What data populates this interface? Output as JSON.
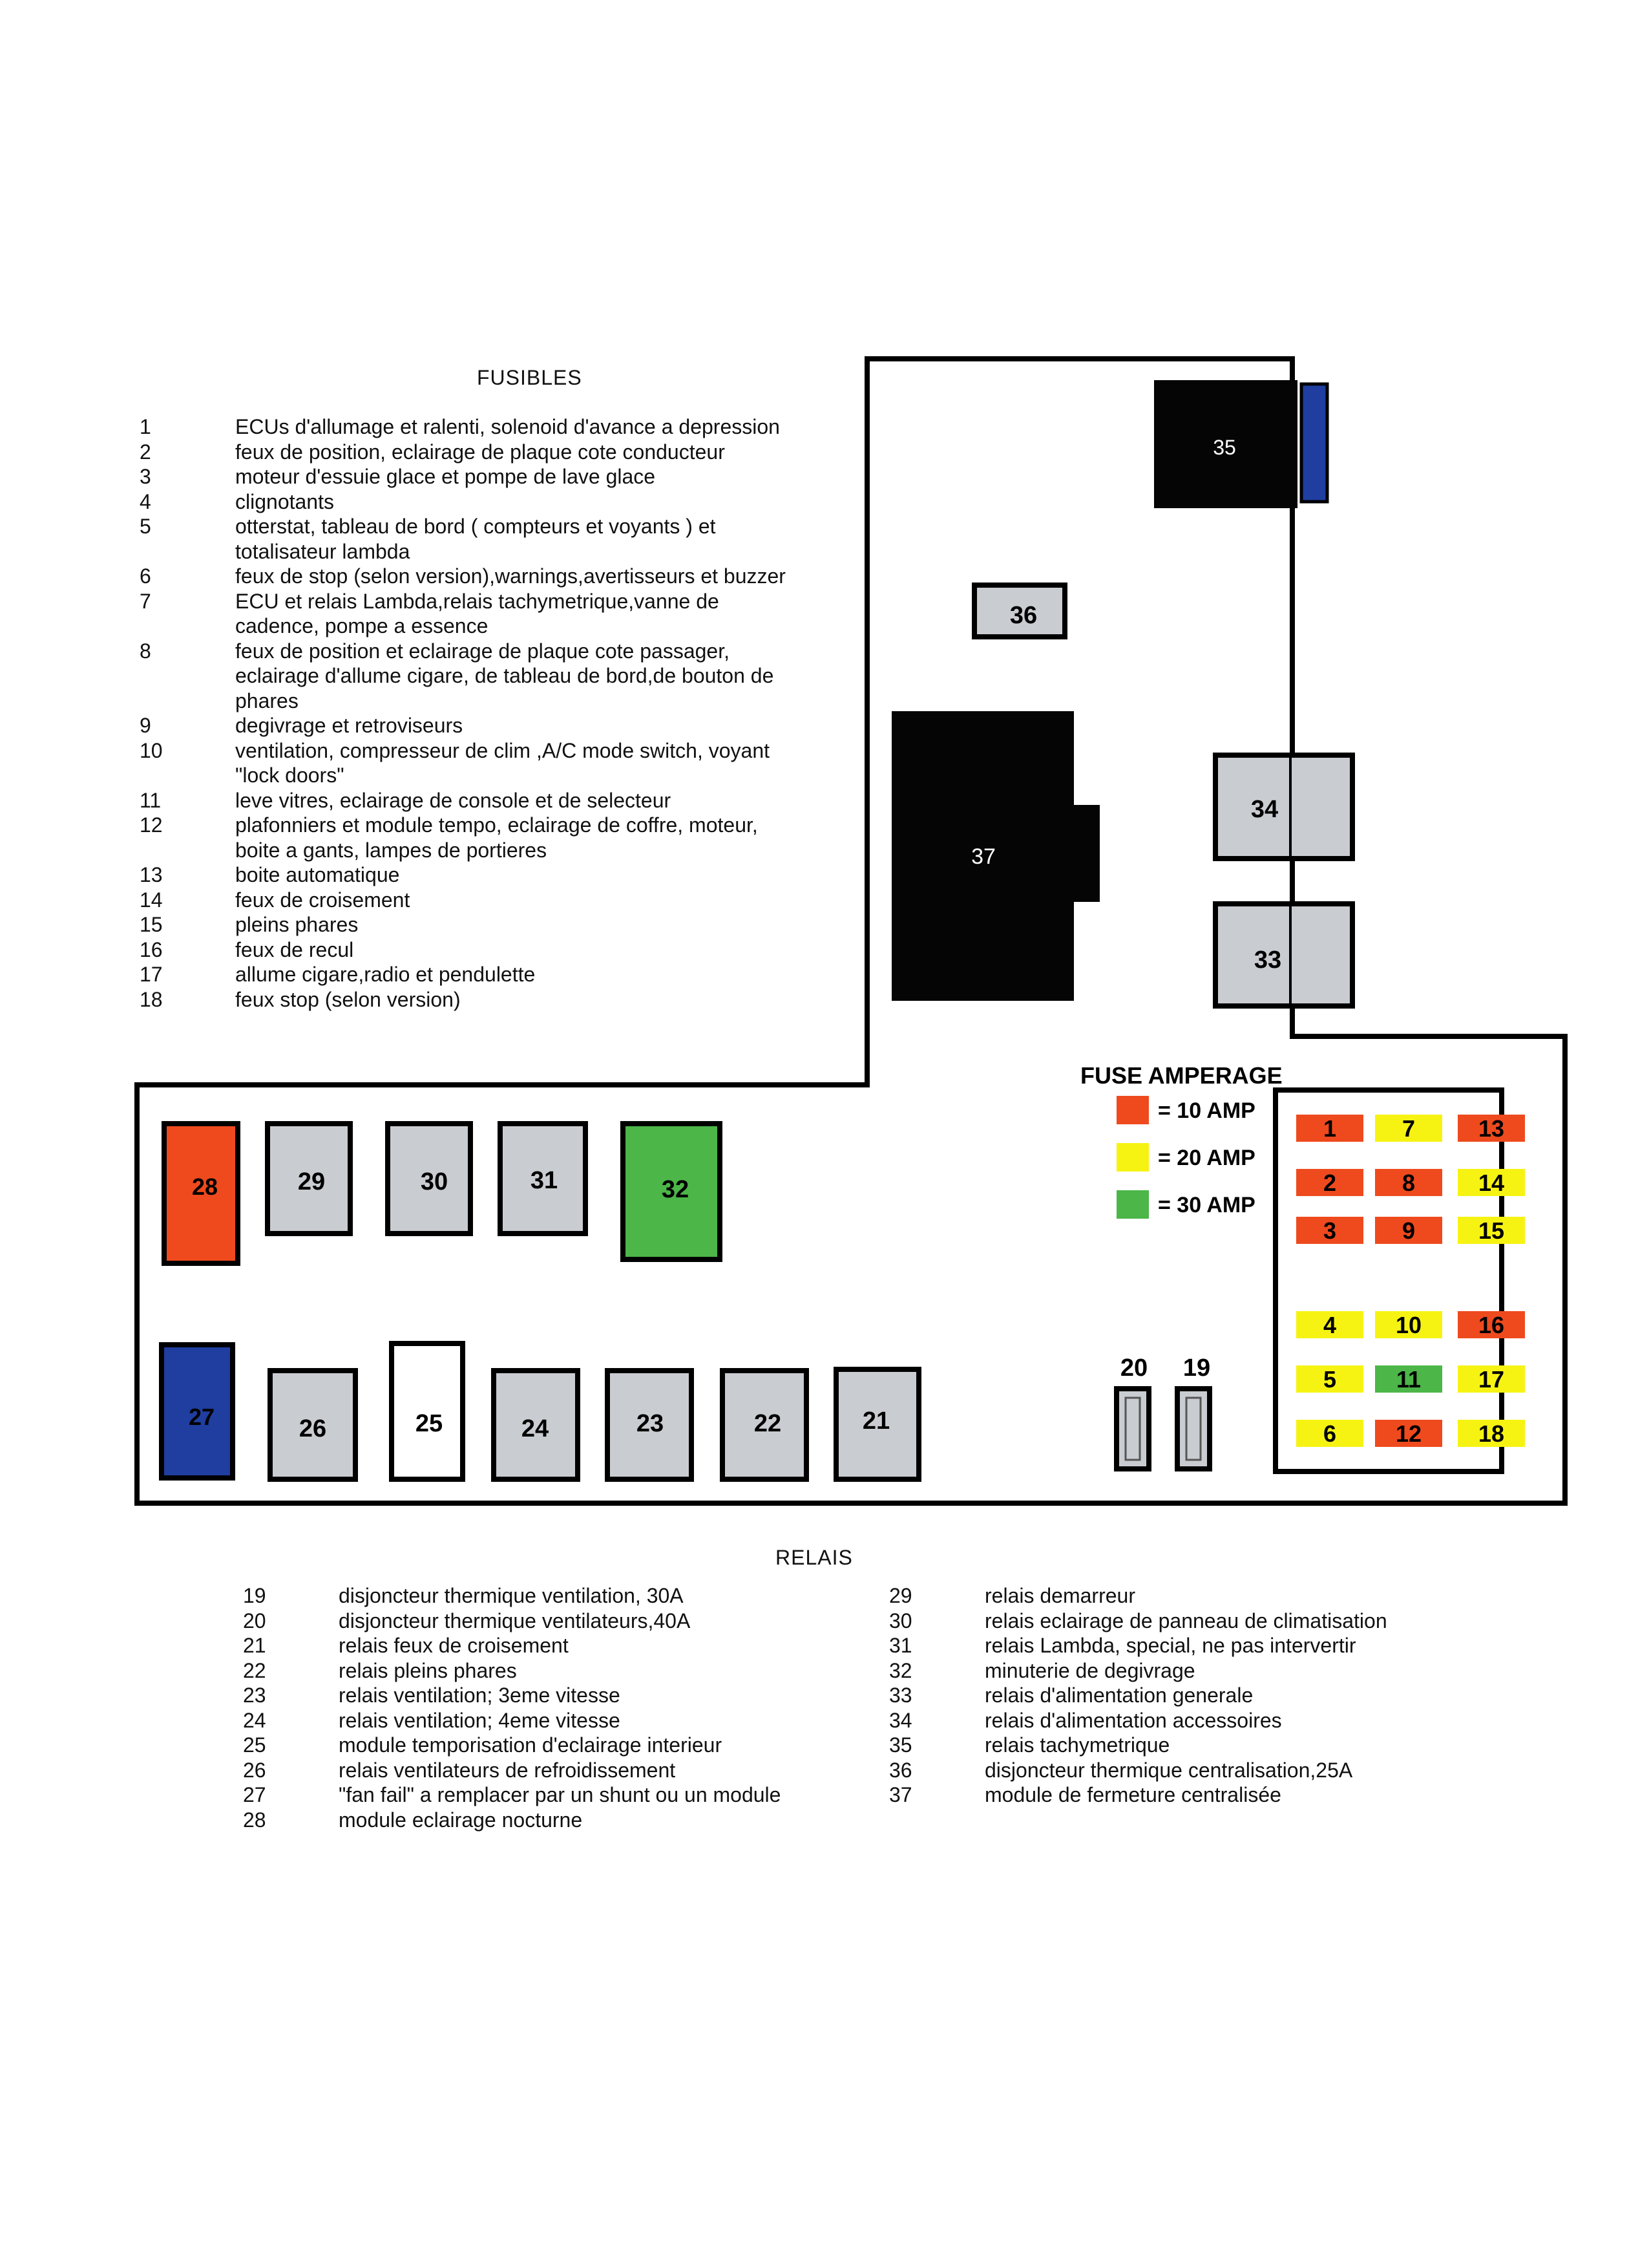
{
  "fuses_title": "FUSIBLES",
  "relays_title": "RELAIS",
  "amperage": {
    "title": "FUSE AMPERAGE",
    "entries": [
      {
        "label": "= 10 AMP",
        "color": "#ee4a1e"
      },
      {
        "label": "= 20 AMP",
        "color": "#f6f313"
      },
      {
        "label": "= 30 AMP",
        "color": "#4cb648"
      }
    ]
  },
  "fuses": [
    {
      "num": "1",
      "text": "ECUs d'allumage et ralenti, solenoid d'avance a depression"
    },
    {
      "num": "2",
      "text": "feux de position, eclairage de plaque cote conducteur"
    },
    {
      "num": "3",
      "text": "moteur d'essuie glace et pompe de lave glace"
    },
    {
      "num": "4",
      "text": "clignotants"
    },
    {
      "num": "5",
      "text": "otterstat, tableau de bord ( compteurs et voyants ) et",
      "cont": [
        "totalisateur lambda"
      ]
    },
    {
      "num": "6",
      "text": "feux de stop (selon version),warnings,avertisseurs et buzzer"
    },
    {
      "num": "7",
      "text": "ECU et relais Lambda,relais tachymetrique,vanne de",
      "cont": [
        "cadence, pompe a essence"
      ]
    },
    {
      "num": "8",
      "text": "feux de position et eclairage de plaque cote passager,",
      "cont": [
        "eclairage d'allume cigare, de tableau de bord,de bouton de",
        "phares"
      ]
    },
    {
      "num": "9",
      "text": "degivrage et retroviseurs"
    },
    {
      "num": "10",
      "text": "ventilation, compresseur de clim ,A/C mode switch, voyant",
      "cont": [
        "\"lock doors\""
      ]
    },
    {
      "num": "11",
      "text": "leve vitres, eclairage de console et de selecteur"
    },
    {
      "num": "12",
      "text": "plafonniers et module tempo, eclairage de coffre, moteur,",
      "cont": [
        "boite a gants, lampes de portieres"
      ]
    },
    {
      "num": "13",
      "text": "boite automatique"
    },
    {
      "num": "14",
      "text": "feux de croisement"
    },
    {
      "num": "15",
      "text": "pleins phares"
    },
    {
      "num": "16",
      "text": "feux de recul"
    },
    {
      "num": "17",
      "text": "allume cigare,radio et pendulette"
    },
    {
      "num": "18",
      "text": "feux stop (selon version)"
    }
  ],
  "relays_left": [
    {
      "num": "19",
      "text": "disjoncteur thermique ventilation, 30A"
    },
    {
      "num": "20",
      "text": "disjoncteur thermique ventilateurs,40A"
    },
    {
      "num": "21",
      "text": "relais feux de croisement"
    },
    {
      "num": "22",
      "text": "relais pleins phares"
    },
    {
      "num": "23",
      "text": "relais ventilation; 3eme vitesse"
    },
    {
      "num": "24",
      "text": "relais ventilation; 4eme vitesse"
    },
    {
      "num": "25",
      "text": "module temporisation d'eclairage interieur"
    },
    {
      "num": "26",
      "text": "relais ventilateurs de refroidissement"
    },
    {
      "num": "27",
      "text": "\"fan fail\" a remplacer par un shunt ou un module"
    },
    {
      "num": "28",
      "text": "module eclairage nocturne"
    }
  ],
  "relays_right": [
    {
      "num": "29",
      "text": "relais demarreur"
    },
    {
      "num": "30",
      "text": "relais eclairage de panneau de climatisation"
    },
    {
      "num": "31",
      "text": "relais Lambda, special, ne pas intervertir"
    },
    {
      "num": "32",
      "text": "minuterie de degivrage"
    },
    {
      "num": "33",
      "text": "relais d'alimentation generale"
    },
    {
      "num": "34",
      "text": "relais d'alimentation accessoires"
    },
    {
      "num": "35",
      "text": "relais tachymetrique"
    },
    {
      "num": "36",
      "text": "disjoncteur thermique centralisation,25A"
    },
    {
      "num": "37",
      "text": "module de fermeture centralisée"
    }
  ],
  "components": {
    "c19": "19",
    "c20": "20",
    "c21": "21",
    "c22": "22",
    "c23": "23",
    "c24": "24",
    "c25": "25",
    "c26": "26",
    "c27": "27",
    "c28": "28",
    "c29": "29",
    "c30": "30",
    "c31": "31",
    "c32": "32",
    "c33": "33",
    "c34": "34",
    "c35": "35",
    "c36": "36",
    "c37": "37",
    "c19_label": "19",
    "c20_label": "20"
  },
  "fusebox": [
    {
      "num": "1",
      "color": "#ee4a1e"
    },
    {
      "num": "7",
      "color": "#f6f313"
    },
    {
      "num": "13",
      "color": "#ee4a1e"
    },
    {
      "num": "2",
      "color": "#ee4a1e"
    },
    {
      "num": "8",
      "color": "#ee4a1e"
    },
    {
      "num": "14",
      "color": "#f6f313"
    },
    {
      "num": "3",
      "color": "#ee4a1e"
    },
    {
      "num": "9",
      "color": "#ee4a1e"
    },
    {
      "num": "15",
      "color": "#f6f313"
    },
    {
      "num": "4",
      "color": "#f6f313"
    },
    {
      "num": "10",
      "color": "#f6f313"
    },
    {
      "num": "16",
      "color": "#ee4a1e"
    },
    {
      "num": "5",
      "color": "#f6f313"
    },
    {
      "num": "11",
      "color": "#4cb648"
    },
    {
      "num": "17",
      "color": "#f6f313"
    },
    {
      "num": "6",
      "color": "#f6f313"
    },
    {
      "num": "12",
      "color": "#ee4a1e"
    },
    {
      "num": "18",
      "color": "#f6f313"
    }
  ],
  "colors": {
    "relay_grey": "#c9ccd0",
    "black": "#050505",
    "orange": "#ee4a1e",
    "green": "#4cb648",
    "blue": "#1f3ea0",
    "yellow": "#f6f313"
  }
}
